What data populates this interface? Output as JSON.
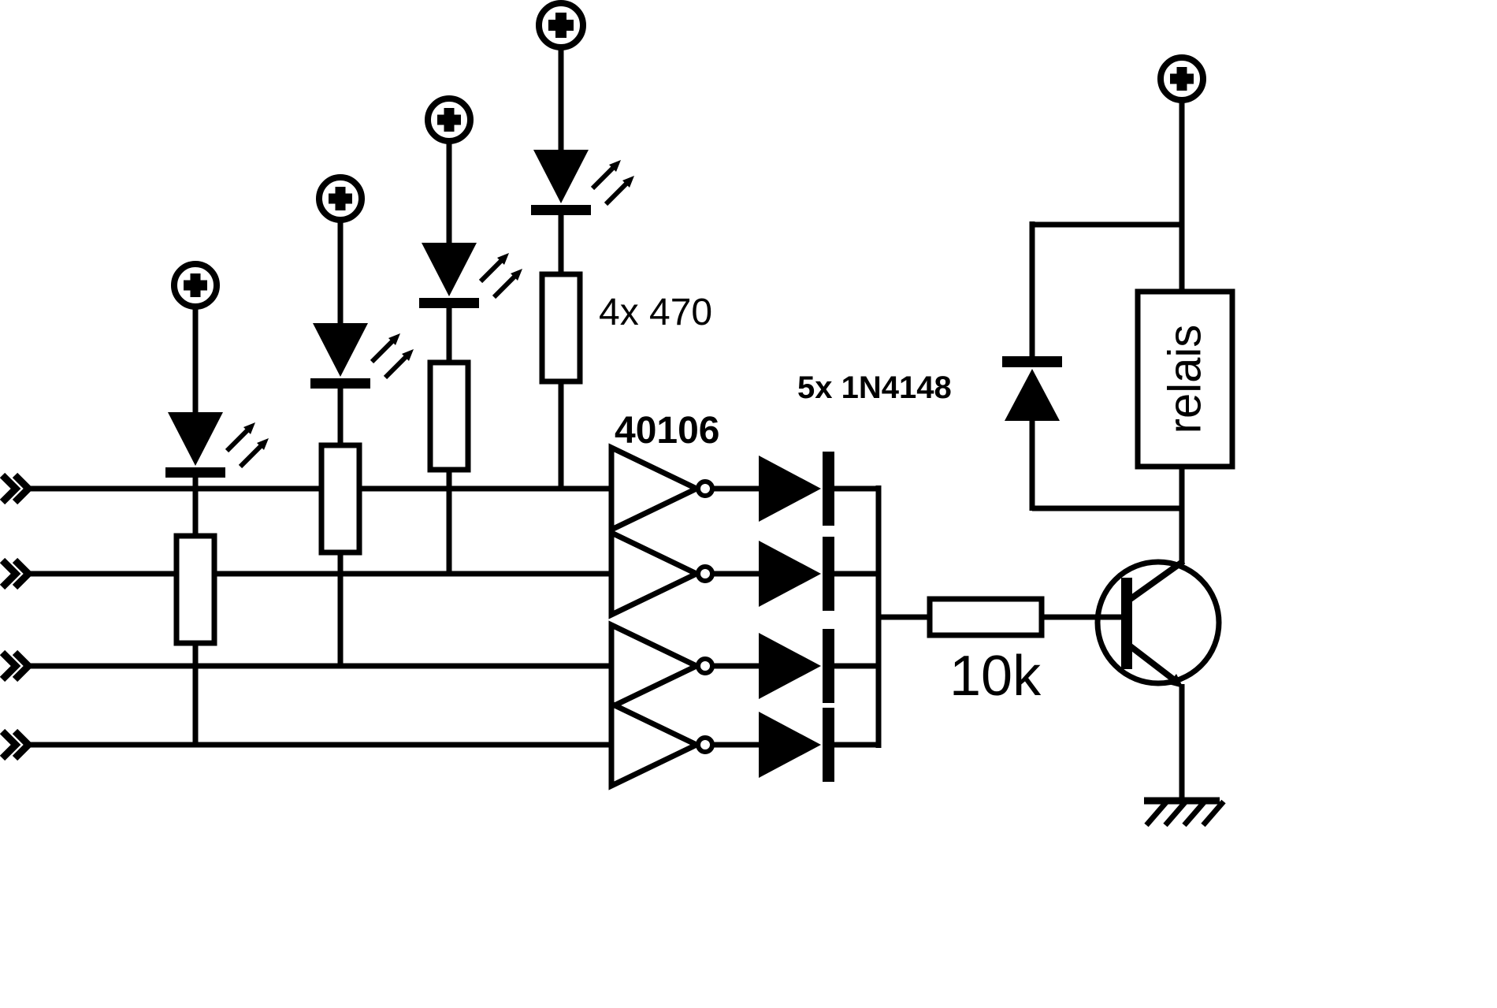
{
  "labels": {
    "led_resistors": "4x 470",
    "inverter_ic": "40106",
    "diode_group": "5x 1N4148",
    "base_resistor": "10k",
    "relay": "relais"
  },
  "colors": {
    "ink": "#000000",
    "paper": "#ffffff"
  },
  "icons": {
    "power": "plus-in-circle-icon",
    "input": "double-chevron-input-icon",
    "ground": "hatched-ground-icon",
    "led": "led-with-emission-arrows-icon",
    "inverter": "inverter-triangle-icon",
    "diode": "diode-icon",
    "transistor": "npn-transistor-icon",
    "resistor": "box-resistor-icon"
  }
}
